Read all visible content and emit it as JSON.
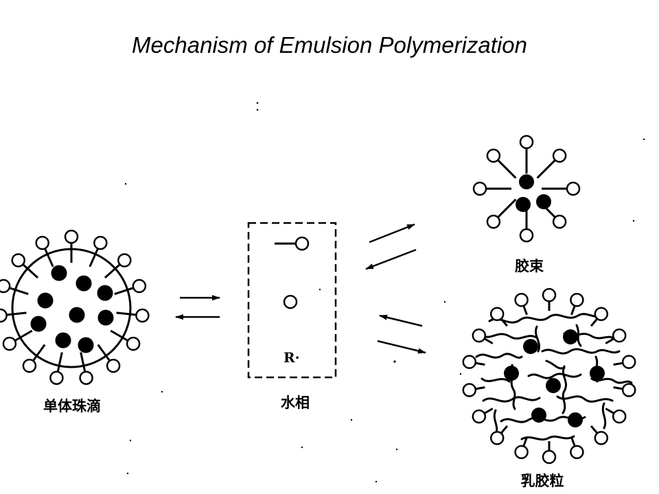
{
  "title": "Mechanism of Emulsion Polymerization",
  "labels": {
    "monomer_droplet": "单体珠滴",
    "water_phase": "水相",
    "micelle": "胶束",
    "latex_particle": "乳胶粒",
    "radical": "R·"
  },
  "colors": {
    "ink": "#000000",
    "background": "#ffffff"
  }
}
